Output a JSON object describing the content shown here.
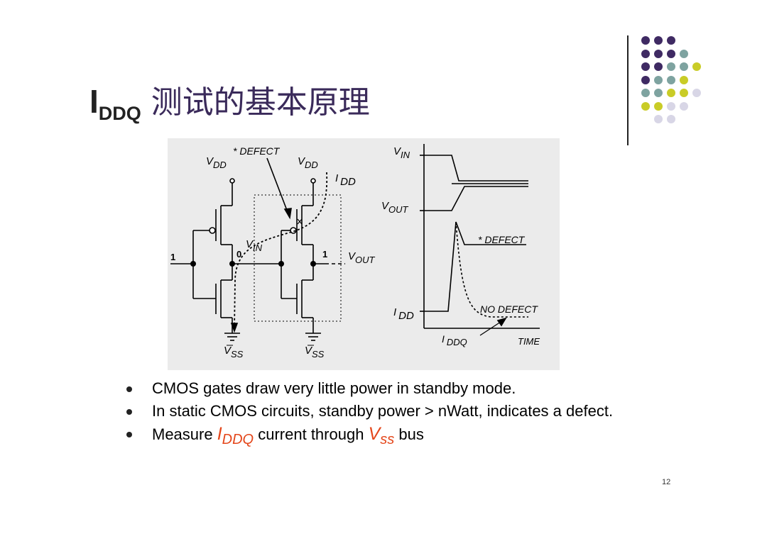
{
  "title": {
    "main": "I",
    "sub": "DDQ",
    "rest": "测试的基本原理"
  },
  "colors": {
    "purple": "#3f2a63",
    "teal": "#7ea3a0",
    "yellow": "#c9cc27",
    "lavender": "#d8d6e6",
    "accent_red": "#e4461a"
  },
  "diagram": {
    "defect": "* DEFECT",
    "vdd": "V",
    "vdd_sub": "DD",
    "idd": "I",
    "idd_sub": "DD",
    "vin": "V",
    "vin_sub": "IN",
    "vout": "V",
    "vout_sub": "OUT",
    "vss": "V",
    "vss_sub": "SS",
    "bit_in": "1",
    "bit_mid": "0",
    "bit_out": "1",
    "no_defect": "NO DEFECT",
    "iddq": "I",
    "iddq_sub": "DDQ",
    "time": "TIME"
  },
  "bullets": {
    "b1": "CMOS gates draw very little power in standby mode.",
    "b2": "In static CMOS circuits, standby power > nWatt, indicates a defect.",
    "b3_pre": "Measure ",
    "b3_i": "I",
    "b3_i_sub": "DDQ",
    "b3_mid": " current through ",
    "b3_v": "V",
    "b3_v_sub": "ss",
    "b3_post": " bus"
  },
  "page_number": "12"
}
